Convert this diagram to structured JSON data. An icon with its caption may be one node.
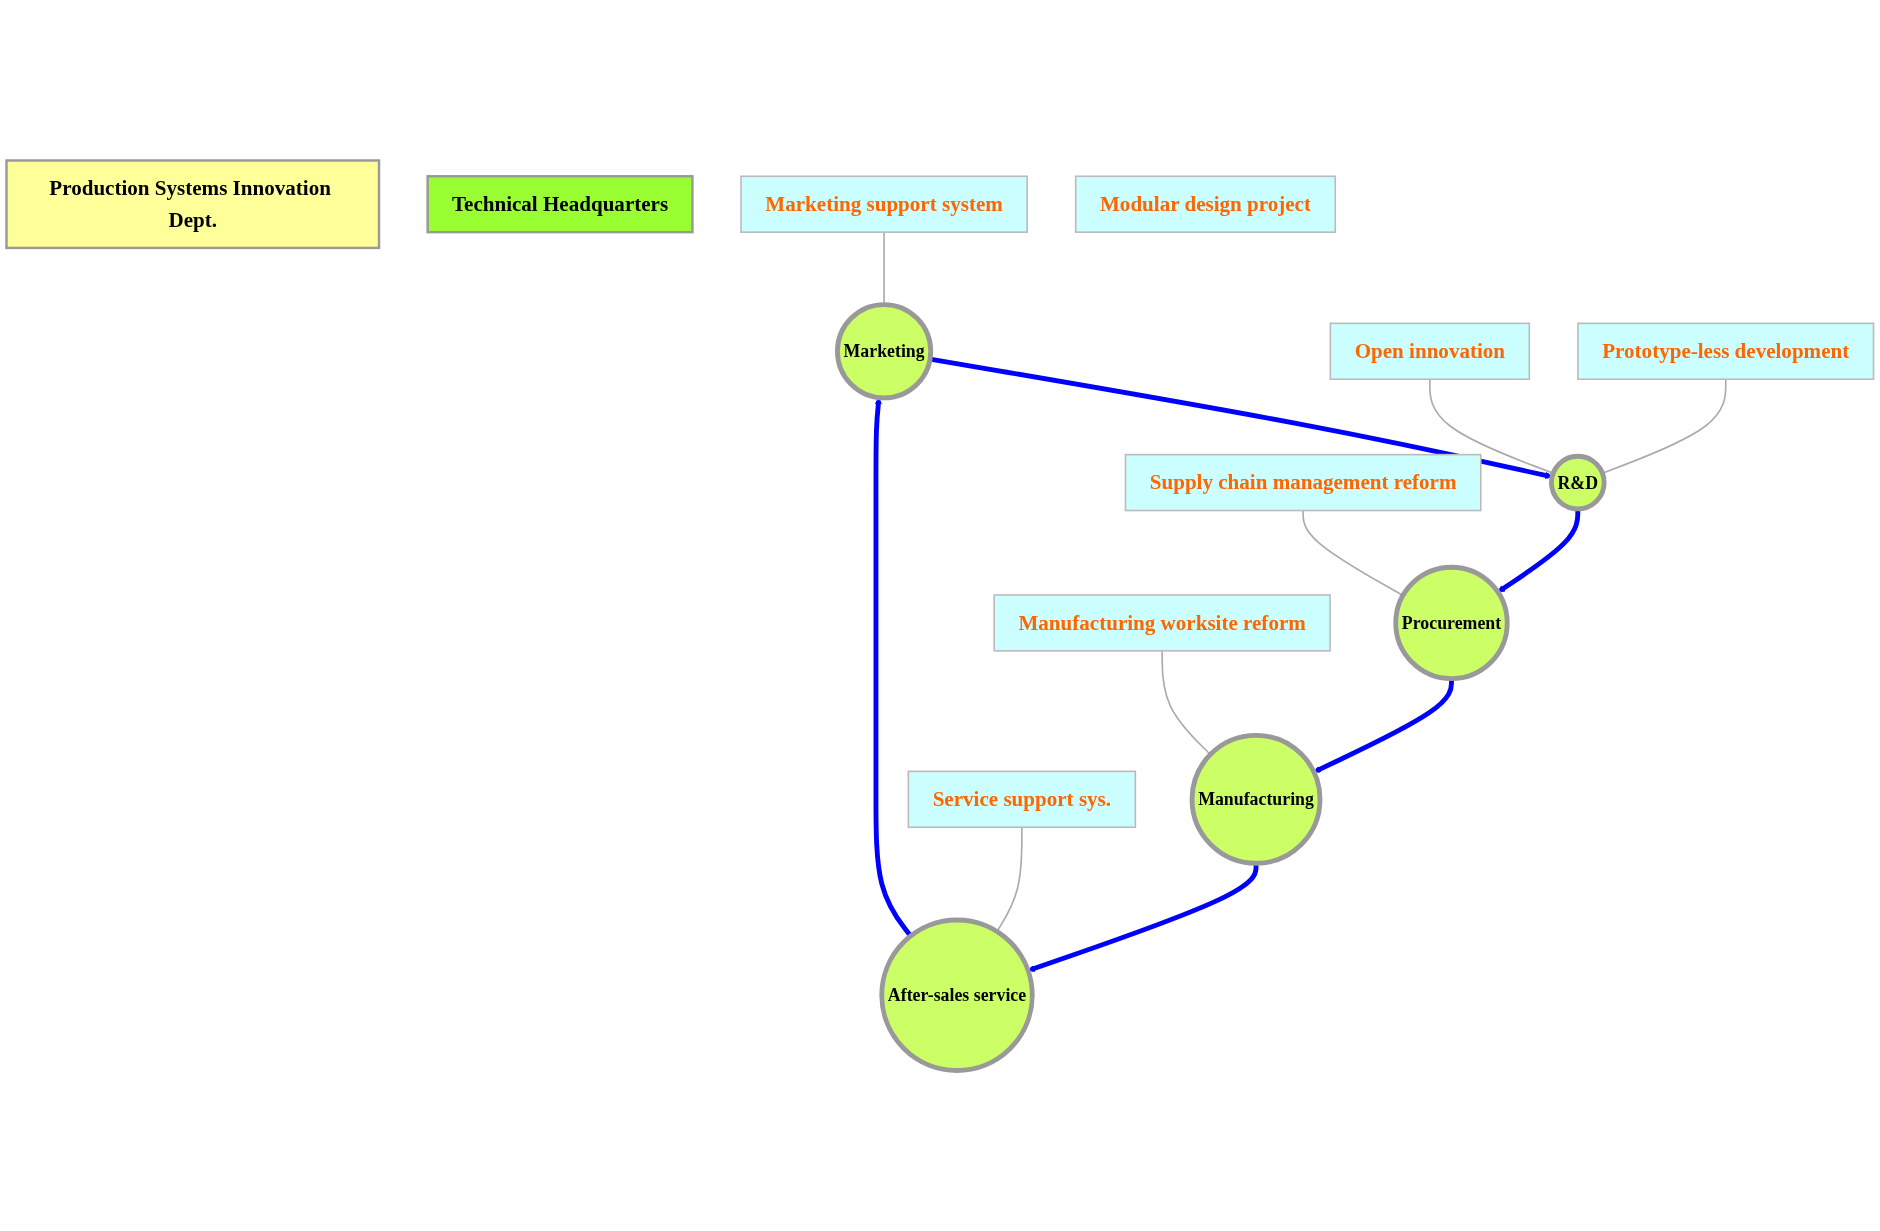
{
  "diagram": {
    "nodes": [
      {
        "text": [
          "Production Systems Innovation Dept."
        ]
      },
      {
        "text": [
          "Technical Headquarters"
        ]
      },
      {
        "text": [
          "Marketing"
        ]
      },
      {
        "text": [
          "R&D"
        ]
      },
      {
        "text": [
          "Procurement"
        ]
      },
      {
        "text": [
          "Manufacturing"
        ]
      },
      {
        "text": [
          "After-sales service"
        ]
      },
      {
        "text": [
          "Marketing support system"
        ]
      },
      {
        "text": [
          "Open innovation"
        ]
      },
      {
        "text": [
          "Prototype-less development"
        ]
      },
      {
        "text": [
          "Supply chain management reform"
        ]
      },
      {
        "text": [
          "Manufacturing worksite reform"
        ]
      },
      {
        "text": [
          "Service support sys."
        ]
      },
      {
        "text": [
          "Modular design project"
        ]
      }
    ],
    "edges": [
      {
        "from": 2,
        "to": 3,
        "arrow": "to",
        "style": "thick",
        "color": "#0000ff"
      },
      {
        "from": 3,
        "to": 4,
        "arrow": "to",
        "style": "thick",
        "color": "#0000ff"
      },
      {
        "from": 4,
        "to": 5,
        "arrow": "to",
        "style": "thick",
        "color": "#0000ff"
      },
      {
        "from": 5,
        "to": 6,
        "arrow": "to",
        "style": "thick",
        "color": "#0000ff"
      },
      {
        "from": 6,
        "to": 2,
        "arrow": "to",
        "style": "thick",
        "color": "#0000ff"
      },
      {
        "from": 7,
        "to": 2,
        "arrow": "none"
      },
      {
        "from": 8,
        "to": 3,
        "arrow": "none"
      },
      {
        "from": 9,
        "to": 3,
        "arrow": "none"
      },
      {
        "from": 10,
        "to": 4,
        "arrow": "none"
      },
      {
        "from": 11,
        "to": 5,
        "arrow": "none"
      },
      {
        "from": 12,
        "to": 6,
        "arrow": "none"
      }
    ]
  }
}
